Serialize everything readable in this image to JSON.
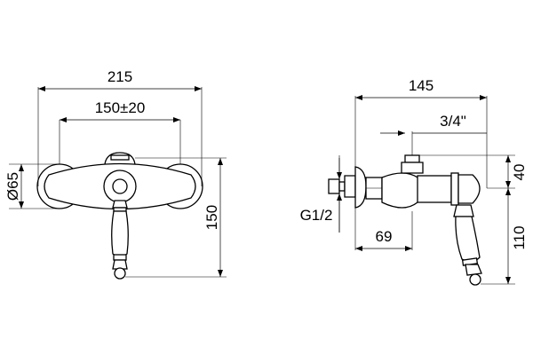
{
  "front_view": {
    "overall_width": "215",
    "center_distance": "150±20",
    "diameter": "Ø65",
    "height": "150"
  },
  "side_view": {
    "overall_depth": "145",
    "connection": "3/4\"",
    "top_height": "40",
    "inlet": "G1/2",
    "depth": "69",
    "lower_height": "110"
  }
}
